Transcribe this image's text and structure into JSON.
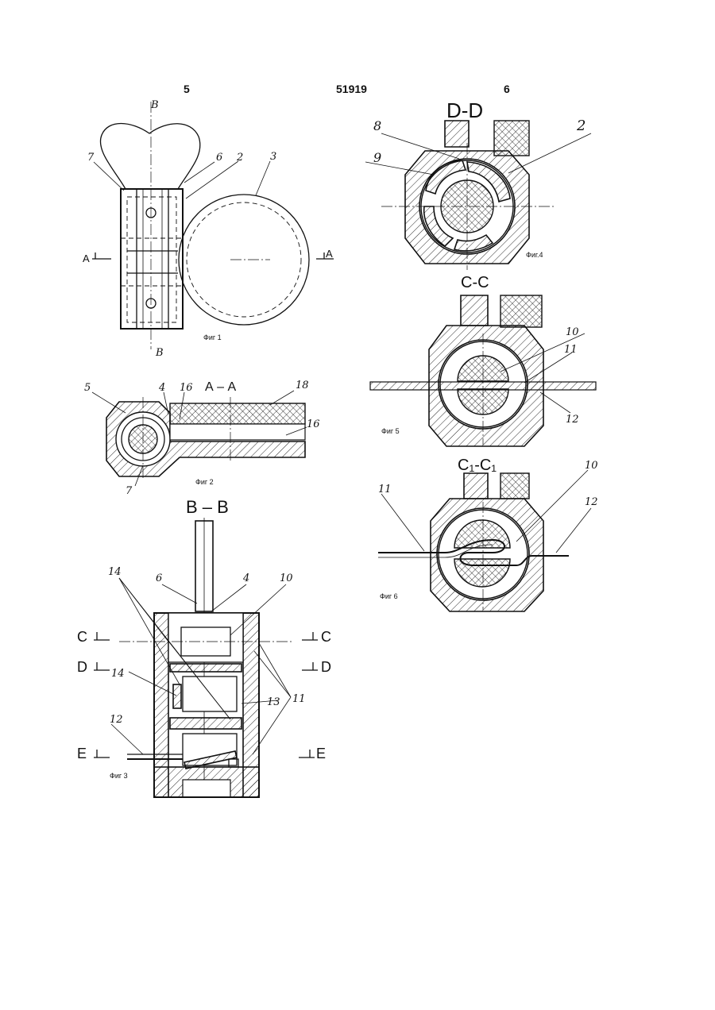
{
  "header": {
    "left_page": "5",
    "patent_number": "51919",
    "right_page": "6"
  },
  "fig1": {
    "caption": "Фиг 1",
    "section_mark": "В",
    "cut_left": "А",
    "cut_right": "А",
    "labels": [
      "7",
      "6",
      "2",
      "3"
    ]
  },
  "fig2": {
    "caption": "Фиг 2",
    "title": "А – А",
    "labels": [
      "5",
      "4",
      "16",
      "18",
      "16",
      "7"
    ]
  },
  "fig3": {
    "caption": "Фиг 3",
    "title": "В – В",
    "cut_marks": [
      "С",
      "С",
      "D",
      "D",
      "Е",
      "Е"
    ],
    "labels": [
      "6",
      "4",
      "10",
      "14",
      "14",
      "13",
      "11",
      "12"
    ]
  },
  "fig4": {
    "caption": "Фиг.4",
    "title": "D-D",
    "labels": [
      "8",
      "9",
      "2"
    ]
  },
  "fig5": {
    "caption": "Фиг 5",
    "title": "С-С",
    "labels": [
      "10",
      "11",
      "12"
    ]
  },
  "fig6": {
    "caption": "Фиг 6",
    "title": "С₁-С₁",
    "labels": [
      "10",
      "11",
      "12"
    ]
  }
}
